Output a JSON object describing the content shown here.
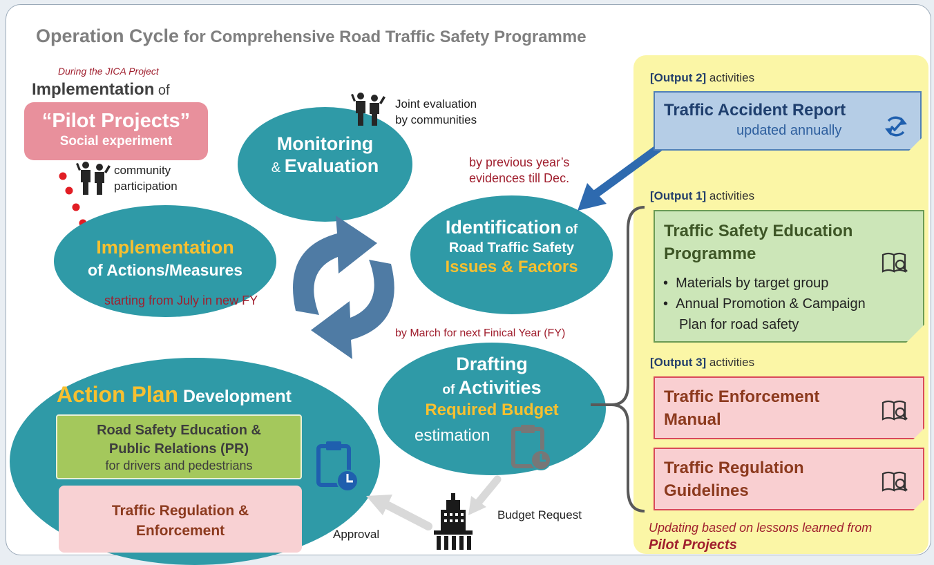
{
  "title": {
    "part1": "Operation Cycle",
    "part2": " for Comprehensive Road Traffic Safety Programme"
  },
  "pilot": {
    "during": "During the JICA Project",
    "impl_bold": "Implementation",
    "impl_of": " of",
    "box_title": "“Pilot Projects”",
    "box_sub": "Social experiment",
    "community_l1": "community",
    "community_l2": "participation"
  },
  "monitoring": {
    "line1": "Monitoring",
    "amp": "& ",
    "line2": "Evaluation",
    "joint_l1": "Joint evaluation",
    "joint_l2": "by communities"
  },
  "identification": {
    "note_l1": "by previous year’s",
    "note_l2": "evidences till Dec.",
    "line1": "Identification",
    "of": " of",
    "line2": "Road Traffic Safety",
    "line3": "Issues & Factors"
  },
  "implementation": {
    "line1": "Implementation",
    "line2": "of Actions/Measures",
    "note": "starting from July in new FY"
  },
  "drafting": {
    "note": "by March for next Finical Year (FY)",
    "line1": "Drafting",
    "of": "of ",
    "line2": "Activities",
    "line3": "Required Budget",
    "line4": "estimation"
  },
  "action_plan": {
    "title_y": "Action Plan",
    "title_w": " Development",
    "box1_l1": "Road Safety Education &",
    "box1_l2": "Public Relations (PR)",
    "box1_l3": "for drivers and pedestrians",
    "box2_l1": "Traffic Regulation &",
    "box2_l2": "Enforcement"
  },
  "bottom": {
    "budget_request": "Budget Request",
    "approval": "Approval"
  },
  "outputs": {
    "out2_bold": "[Output 2]",
    "out2_rest": " activities",
    "report_title": "Traffic Accident Report",
    "report_sub": "updated annually",
    "out1_bold": "[Output 1]",
    "out1_rest": " activities",
    "edu_l1": "Traffic Safety Education",
    "edu_l2": "Programme",
    "edu_b1": "Materials by target group",
    "edu_b2_l1": "Annual Promotion & Campaign",
    "edu_b2_l2": "Plan for road safety",
    "out3_bold": "[Output 3]",
    "out3_rest": " activities",
    "enf_l1": "Traffic Enforcement",
    "enf_l2": "Manual",
    "reg_l1": "Traffic Regulation",
    "reg_l2": "Guidelines",
    "footer_l1": "Updating based on lessons learned from",
    "footer_l2": "Pilot Projects"
  },
  "icons": [
    "people-icon",
    "refresh-icon",
    "book-icon",
    "clipboard-clock-icon",
    "building-icon",
    "cycle-arrows-icon"
  ],
  "colors": {
    "teal": "#2f9aa7",
    "yellow": "#f7c030",
    "dark_red": "#a01f2e",
    "panel_yellow": "#fbf6a6",
    "pilot_pink": "#e8909c"
  }
}
